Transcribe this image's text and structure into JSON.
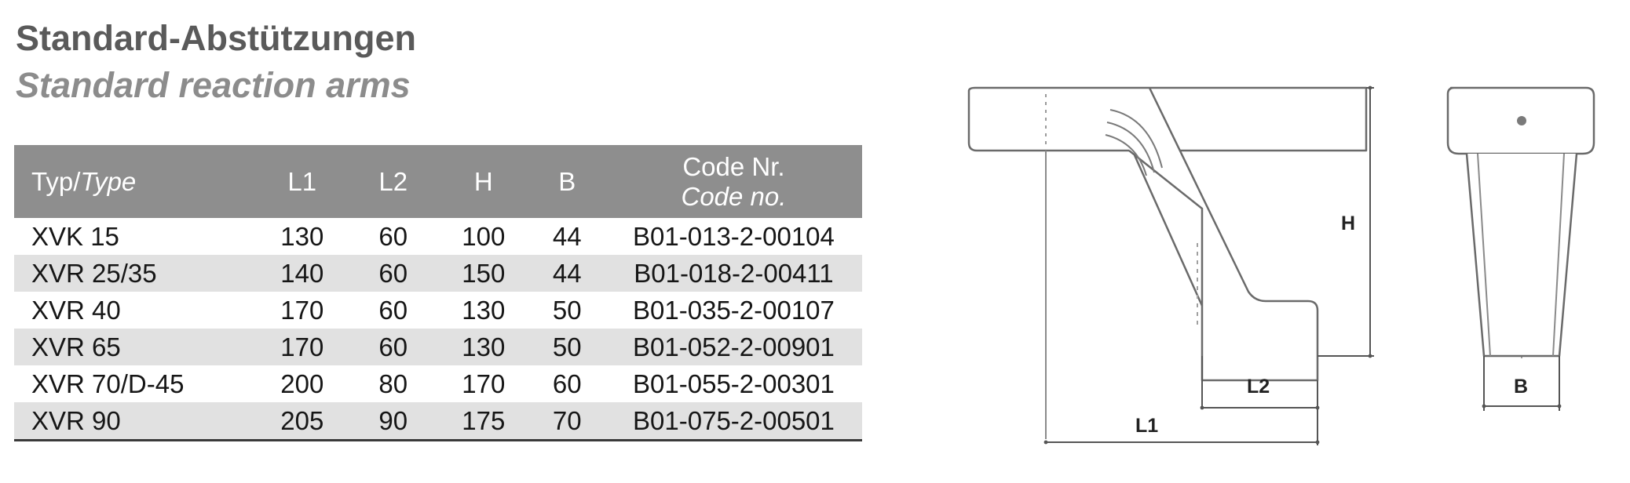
{
  "title": {
    "german": "Standard-Abstützungen",
    "english": "Standard reaction arms"
  },
  "table": {
    "headers": {
      "type_de": "Typ/",
      "type_en": "Type",
      "l1": "L1",
      "l2": "L2",
      "h": "H",
      "b": "B",
      "code_de": "Code Nr.",
      "code_en": "Code no."
    },
    "rows": [
      {
        "type": "XVK 15",
        "l1": "130",
        "l2": "60",
        "h": "100",
        "b": "44",
        "code": "B01-013-2-00104"
      },
      {
        "type": "XVR 25/35",
        "l1": "140",
        "l2": "60",
        "h": "150",
        "b": "44",
        "code": "B01-018-2-00411"
      },
      {
        "type": "XVR 40",
        "l1": "170",
        "l2": "60",
        "h": "130",
        "b": "50",
        "code": "B01-035-2-00107"
      },
      {
        "type": "XVR 65",
        "l1": "170",
        "l2": "60",
        "h": "130",
        "b": "50",
        "code": "B01-052-2-00901"
      },
      {
        "type": "XVR 70/D-45",
        "l1": "200",
        "l2": "80",
        "h": "170",
        "b": "60",
        "code": "B01-055-2-00301"
      },
      {
        "type": "XVR 90",
        "l1": "205",
        "l2": "90",
        "h": "175",
        "b": "70",
        "code": "B01-075-2-00501"
      }
    ]
  },
  "drawing": {
    "dimension_labels": {
      "h": "H",
      "l1": "L1",
      "l2": "L2",
      "b": "B"
    }
  }
}
